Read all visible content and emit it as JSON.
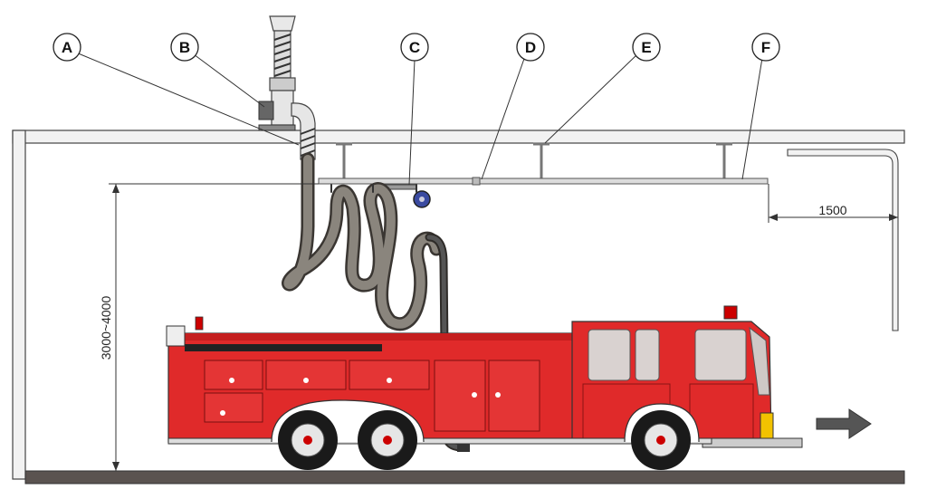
{
  "callouts": {
    "a": "A",
    "b": "B",
    "c": "C",
    "d": "D",
    "e": "E",
    "f": "F"
  },
  "dimensions": {
    "rail_overhang": "1500",
    "rail_height": "3000~4000"
  },
  "colors": {
    "truck_body": "#e02a2a",
    "truck_dark": "#b81c1c",
    "hose": "#6e6a64",
    "rail": "#d8d8d8",
    "floor": "#5a5350",
    "outline": "#333333"
  },
  "icons": {
    "direction": "arrow-right-icon"
  }
}
